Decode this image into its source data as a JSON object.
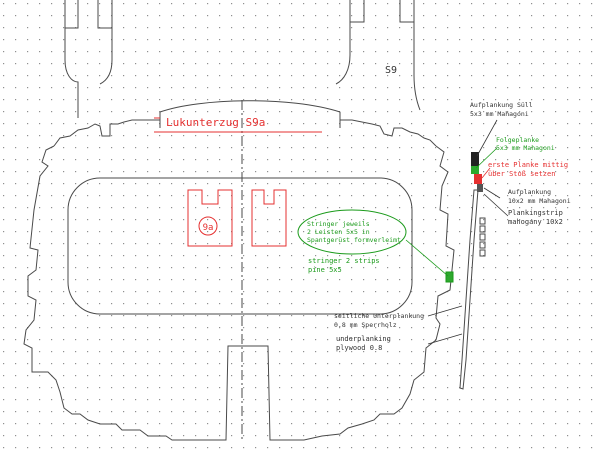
{
  "part_number": "S9",
  "center_label": "9a",
  "title": "Lukunterzug S9a",
  "notes": {
    "aufplankung_sull_1": "Aufplankung Süll",
    "aufplankung_sull_2": "5x3 mm Mahagoni",
    "folgeplanke_1": "Folgeplanke",
    "folgeplanke_2": "5x3 mm Mahagoni",
    "erste_planke_1": "erste Planke mittig",
    "erste_planke_2": "über Stoß setzen",
    "aufplankung_1": "Aufplankung",
    "aufplankung_2": "10x2 mm Mahagoni",
    "planking_1": "Plankingstrip",
    "planking_2": "mahogany 10x2",
    "stringer_de_1": "Stringer jeweils",
    "stringer_de_2": "2 Leisten 5x5 in",
    "stringer_de_3": "Spantgerüst formverleimt",
    "stringer_en_1": "stringer 2 strips",
    "stringer_en_2": "pine 5x5",
    "seitliche_1": "seitliche Unterplankung",
    "seitliche_2": "0.8 mm Sperrholz",
    "underplanking_1": "underplanking",
    "underplanking_2": "plywood 0.8"
  },
  "colors": {
    "outline": "#4a4a4a",
    "red": "#e53030",
    "green": "#1a9a1a",
    "green_fill": "#2ea82e",
    "dots": "#8f8f8f"
  }
}
